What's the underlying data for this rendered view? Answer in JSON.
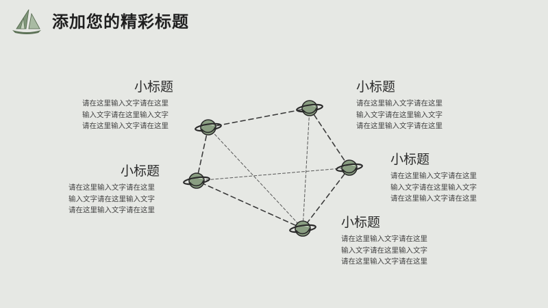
{
  "slide": {
    "title": "添加您的精彩标题",
    "colors": {
      "background": "#e6e8e4",
      "planet_fill": "#8a9e82",
      "planet_stroke": "#2a2a2a",
      "line": "#3a3a3a"
    },
    "icons": [
      "sailboat-logo-icon",
      "planet-icon"
    ]
  },
  "blocks": [
    {
      "subtitle": "小标题",
      "lines": [
        "请在这里输入文字请在这里",
        "输入文字请在这里输入文字",
        "请在这里输入文字请在这里"
      ]
    },
    {
      "subtitle": "小标题",
      "lines": [
        "请在这里输入文字请在这里",
        "输入文字请在这里输入文字",
        "请在这里输入文字请在这里"
      ]
    },
    {
      "subtitle": "小标题",
      "lines": [
        "请在这里输入文字请在这里",
        "输入文字请在这里输入文字",
        "请在这里输入文字请在这里"
      ]
    },
    {
      "subtitle": "小标题",
      "lines": [
        "请在这里输入文字请在这里",
        "输入文字请在这里输入文字",
        "请在这里输入文字请在这里"
      ]
    },
    {
      "subtitle": "小标题",
      "lines": [
        "请在这里输入文字请在这里",
        "输入文字请在这里输入文字",
        "请在这里输入文字请在这里"
      ]
    }
  ],
  "diagram": {
    "nodes": [
      "planet-1",
      "planet-2",
      "planet-3",
      "planet-4",
      "planet-5"
    ],
    "edges": [
      [
        "planet-1",
        "planet-2"
      ],
      [
        "planet-2",
        "planet-4"
      ],
      [
        "planet-4",
        "planet-5"
      ],
      [
        "planet-5",
        "planet-3"
      ],
      [
        "planet-3",
        "planet-1"
      ],
      [
        "planet-1",
        "planet-5"
      ],
      [
        "planet-2",
        "planet-5"
      ],
      [
        "planet-3",
        "planet-4"
      ]
    ]
  }
}
